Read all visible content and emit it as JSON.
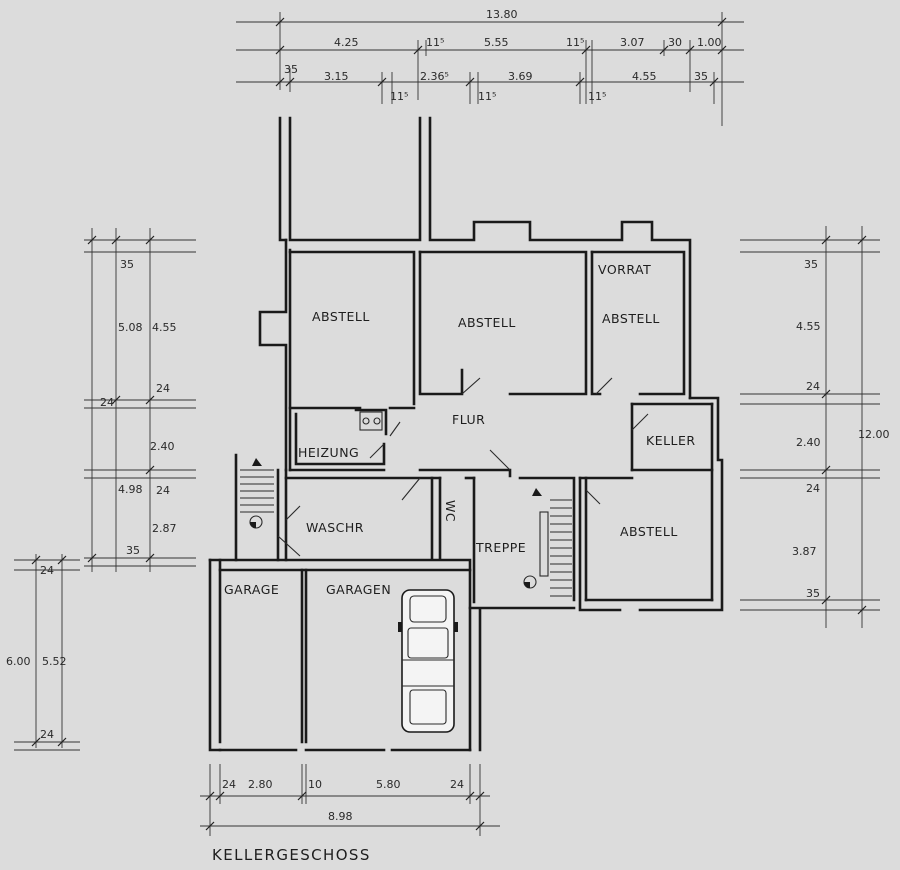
{
  "title": "KELLERGESCHOSS",
  "rooms": {
    "abstell_1": "ABSTELL",
    "abstell_2": "ABSTELL",
    "vorrat": "VORRAT",
    "abstell_3": "ABSTELL",
    "flur": "FLUR",
    "heizung": "HEIZUNG",
    "keller": "KELLER",
    "waschr": "WASCHR",
    "wc": "WC",
    "treppe": "TREPPE",
    "abstell_4": "ABSTELL",
    "garage": "GARAGE",
    "garagen": "GARAGEN"
  },
  "dimensions": {
    "top_total": "13.80",
    "top_row2": [
      "4.25",
      "11⁵",
      "5.55",
      "11⁵",
      "3.07",
      "30",
      "1.00"
    ],
    "top_row3": [
      "35",
      "3.15",
      "11⁵",
      "2.36⁵",
      "11⁵",
      "3.69",
      "11⁵",
      "4.55",
      "35"
    ],
    "left_col1": [
      "5.08",
      "4.98"
    ],
    "left_col2": [
      "35",
      "4.55",
      "24",
      "2.40",
      "24",
      "2.87",
      "35"
    ],
    "left_24": "24",
    "right": [
      "35",
      "4.55",
      "24",
      "2.40",
      "24",
      "3.87",
      "35"
    ],
    "right_total": "12.00",
    "garage_left": [
      "6.00",
      "5.52",
      "24",
      "24"
    ],
    "bottom_row1": [
      "24",
      "2.80",
      "10",
      "5.80",
      "24"
    ],
    "bottom_total": "8.98"
  }
}
